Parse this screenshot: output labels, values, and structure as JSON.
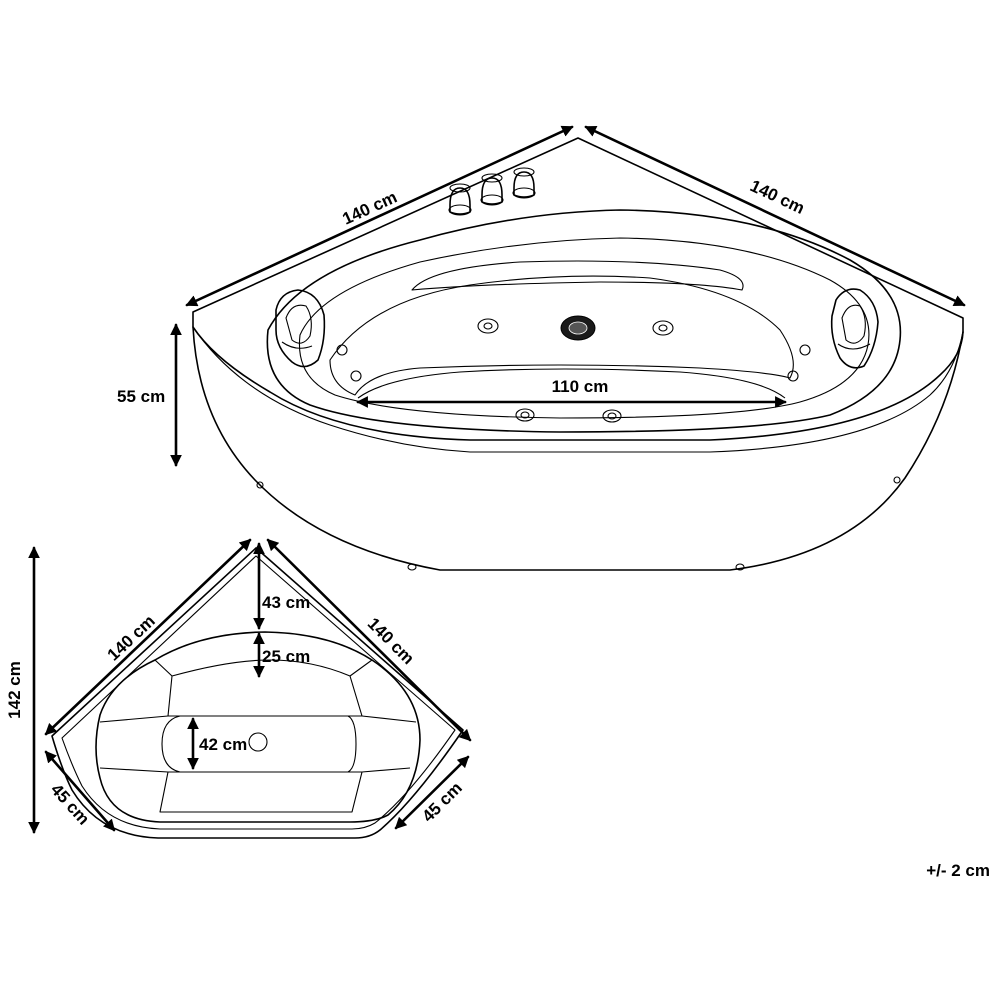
{
  "perspective_view": {
    "top_left_edge": "140 cm",
    "top_right_edge": "140 cm",
    "height": "55 cm",
    "inner_width": "110 cm"
  },
  "plan_view": {
    "left_edge": "140 cm",
    "right_edge": "140 cm",
    "total_depth": "142 cm",
    "left_front": "45 cm",
    "right_front": "45 cm",
    "depth_to_basin": "43 cm",
    "seat_depth": "25 cm",
    "basin_depth": "42 cm"
  },
  "tolerance": "+/- 2 cm"
}
